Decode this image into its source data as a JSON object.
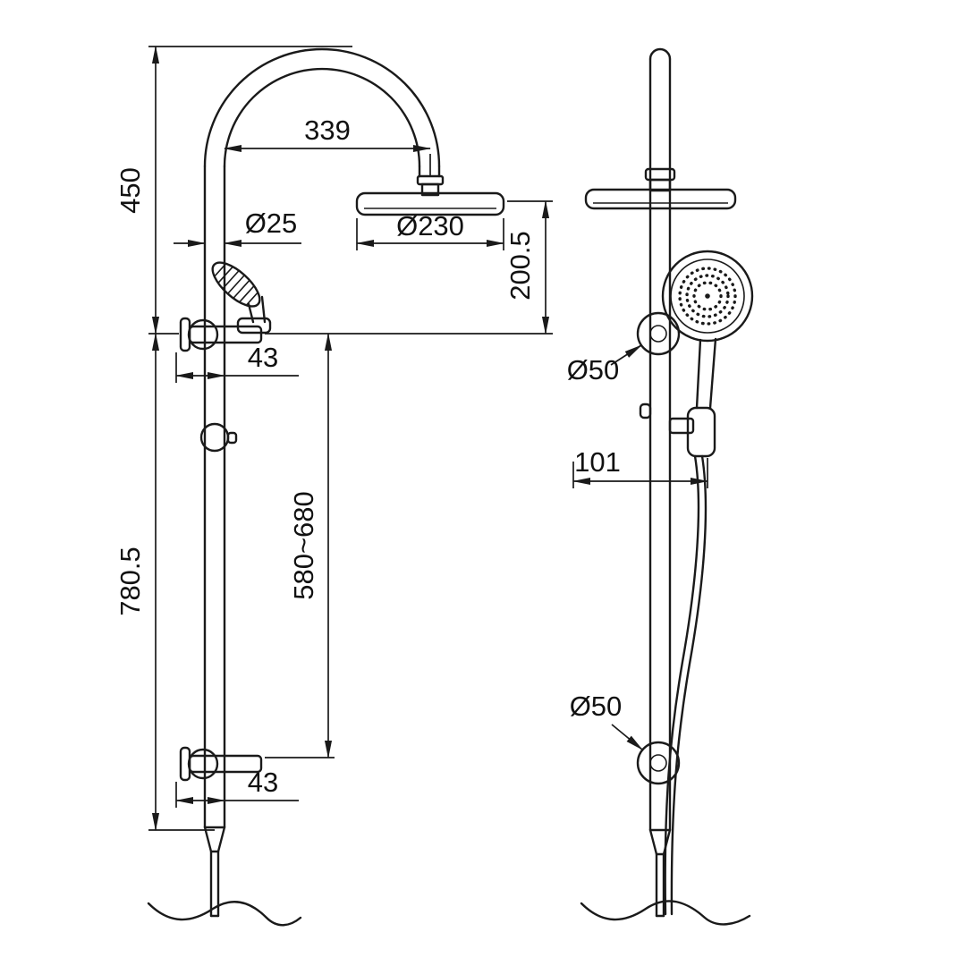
{
  "colors": {
    "line": "#1a1a1a",
    "background": "#ffffff"
  },
  "front_view": {
    "d450": "450",
    "d339": "339",
    "d25": "Ø25",
    "d230": "Ø230",
    "d200_5": "200.5",
    "d43_top": "43",
    "d580_680": "580~680",
    "d780_5": "780.5",
    "d43_bottom": "43"
  },
  "side_view": {
    "d50_top": "Ø50",
    "d101": "101",
    "d50_bottom": "Ø50"
  }
}
